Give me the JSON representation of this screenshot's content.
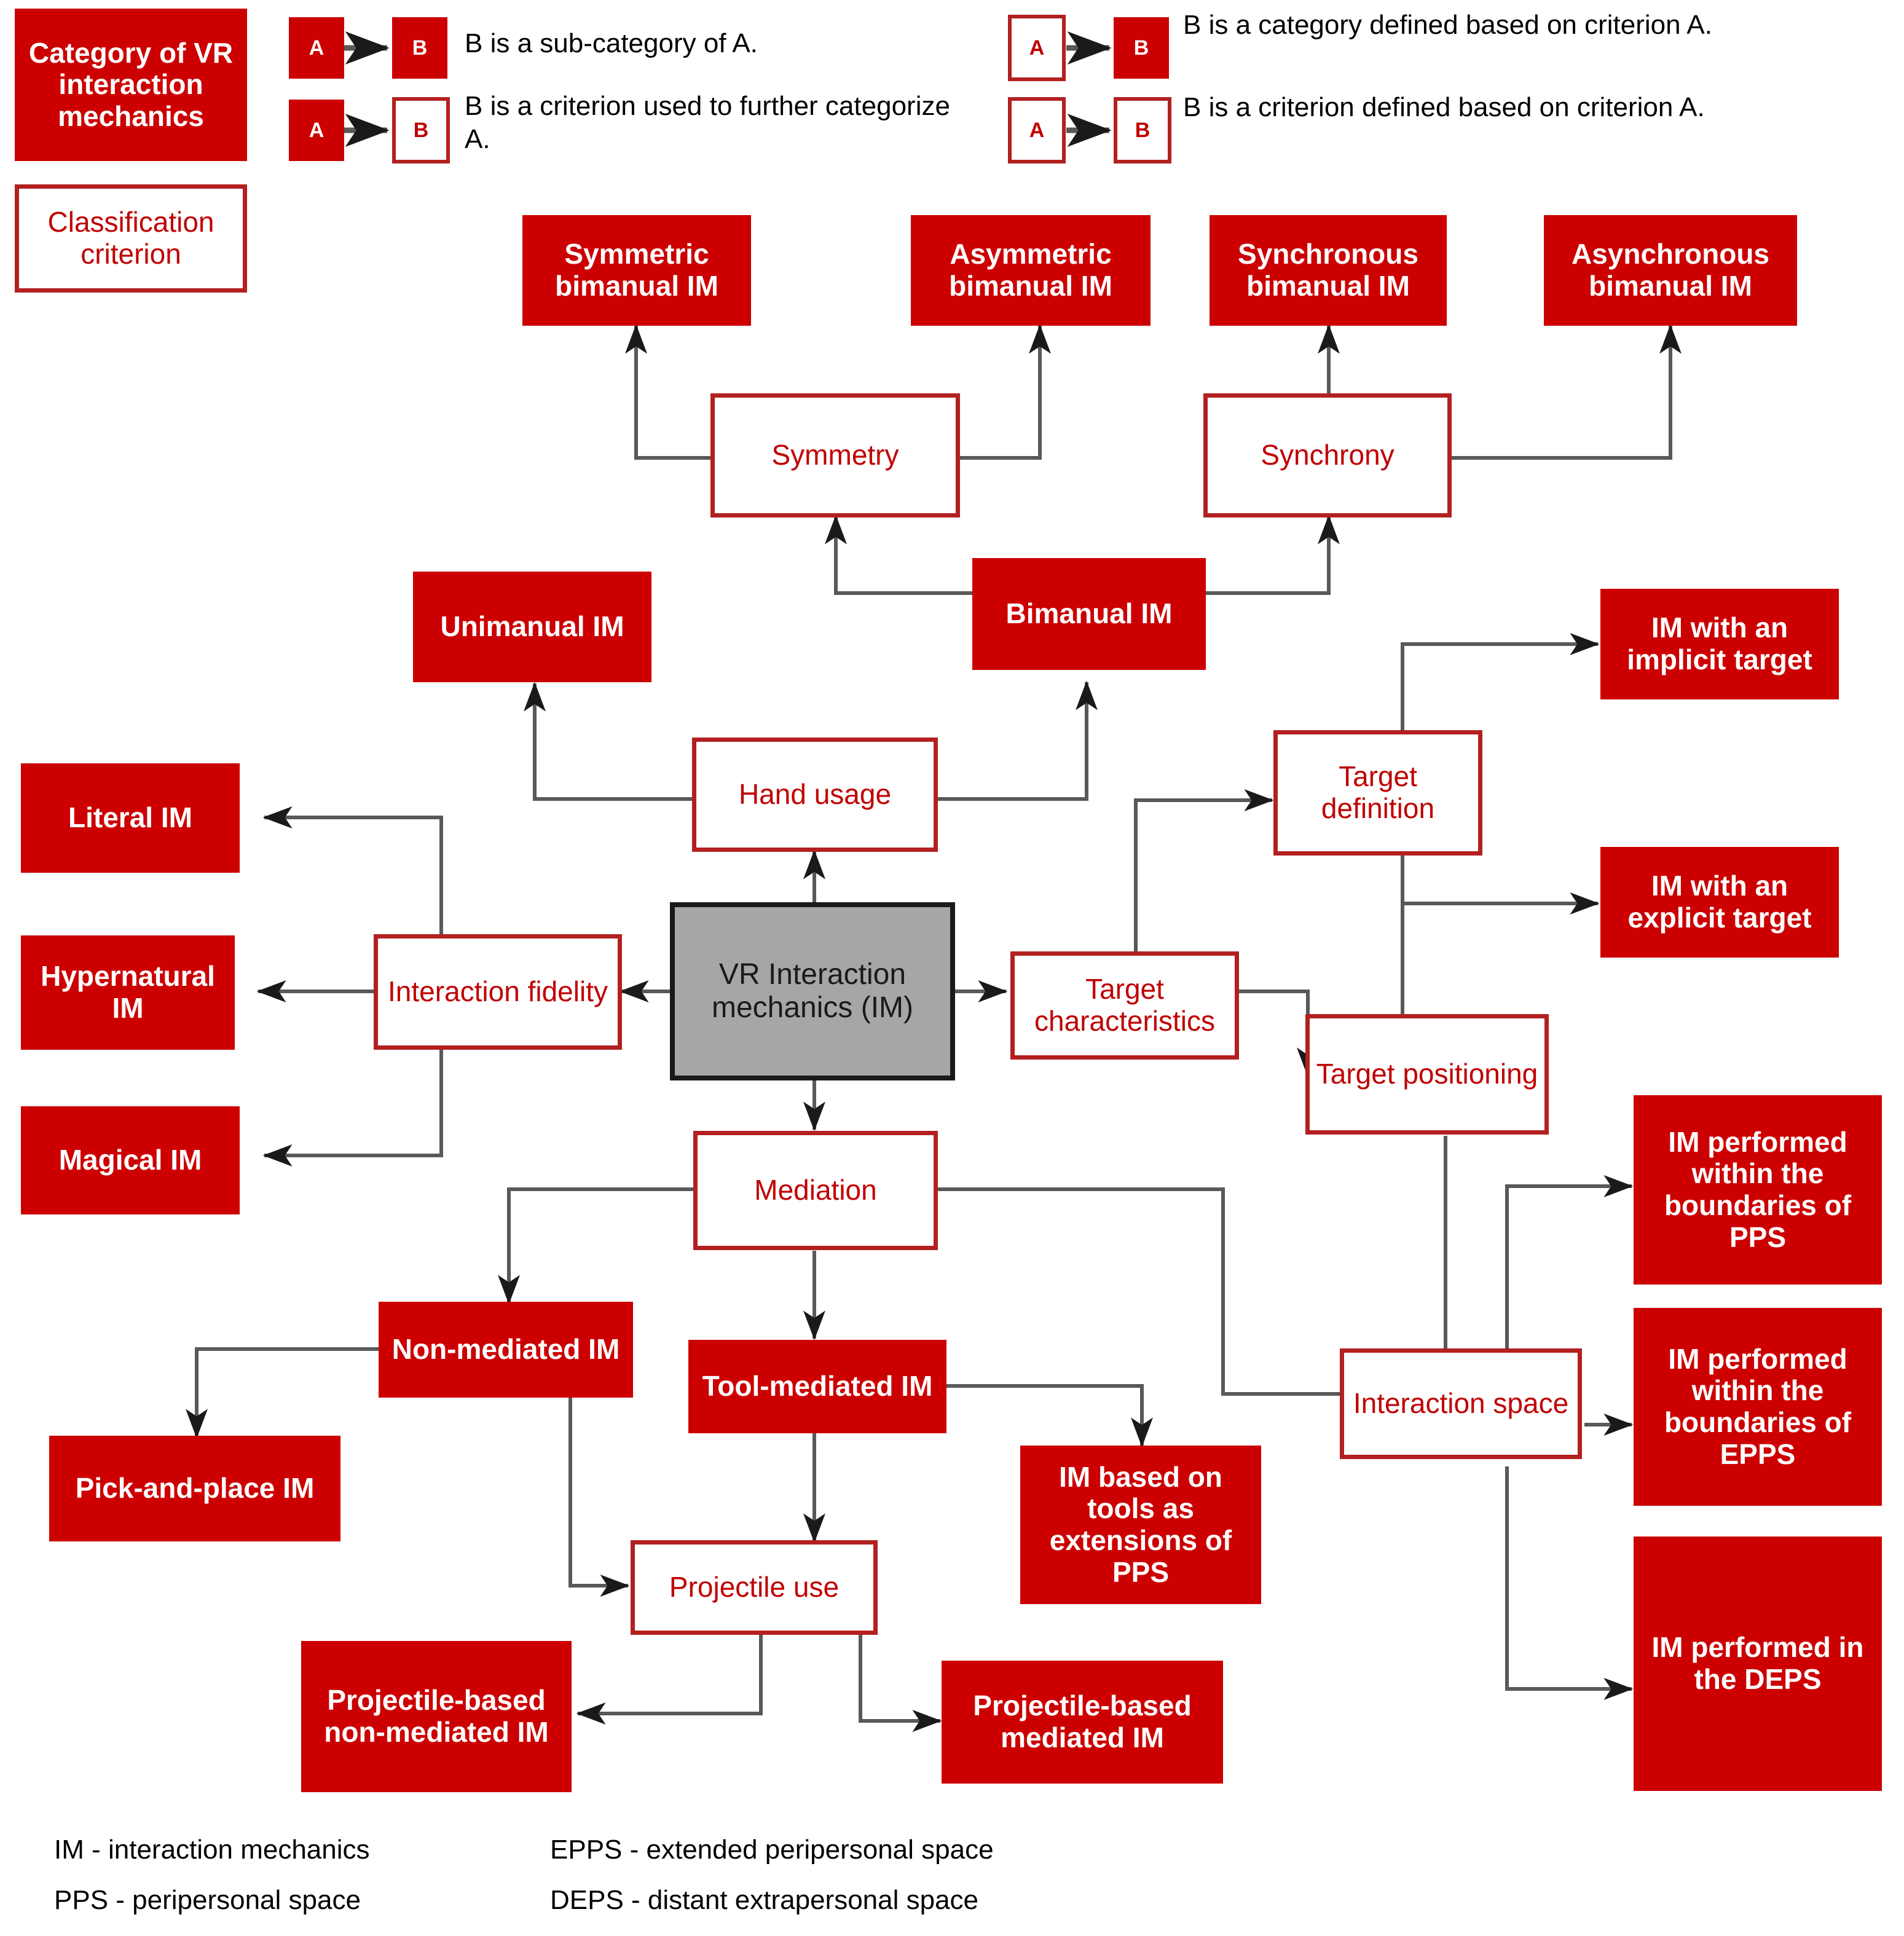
{
  "meta": {
    "colors": {
      "category_fill": "#CC0000",
      "category_text": "#FFFFFF",
      "criterion_fill": "#FFFFFF",
      "criterion_border": "#B32020",
      "criterion_text": "#C00000",
      "root_fill": "#A6A6A6",
      "root_border": "#1A1A1A",
      "edge": "#595959",
      "background": "#FFFFFF"
    }
  },
  "legend": {
    "category_box": "Category of VR interaction mechanics",
    "criterion_box": "Classification criterion",
    "rules": [
      {
        "from": "A",
        "to": "B",
        "from_type": "category",
        "to_type": "category",
        "text": "B is a sub-category of A."
      },
      {
        "from": "A",
        "to": "B",
        "from_type": "category",
        "to_type": "criterion",
        "text": "B is a criterion used to further categorize A."
      },
      {
        "from": "A",
        "to": "B",
        "from_type": "criterion",
        "to_type": "category",
        "text": "B is a category defined based on criterion A."
      },
      {
        "from": "A",
        "to": "B",
        "from_type": "criterion",
        "to_type": "criterion",
        "text": "B is a criterion defined based on criterion A."
      }
    ]
  },
  "abbreviations": {
    "left": [
      "IM - interaction mechanics",
      "PPS - peripersonal space"
    ],
    "right": [
      "EPPS - extended peripersonal space",
      "DEPS - distant extrapersonal space"
    ]
  },
  "nodes": {
    "root": "VR Interaction mechanics (IM)",
    "symmetric_bimanual": "Symmetric bimanual IM",
    "asymmetric_bimanual": "Asymmetric bimanual IM",
    "synchronous_bimanual": "Synchronous bimanual IM",
    "asynchronous_bimanual": "Asynchronous bimanual IM",
    "symmetry": "Symmetry",
    "synchrony": "Synchrony",
    "unimanual": "Unimanual IM",
    "bimanual": "Bimanual IM",
    "hand_usage": "Hand usage",
    "im_implicit_target": "IM with an implicit target",
    "im_explicit_target": "IM with an explicit target",
    "target_definition": "Target definition",
    "literal": "Literal IM",
    "hypernatural": "Hypernatural IM",
    "magical": "Magical IM",
    "interaction_fidelity": "Interaction fidelity",
    "target_characteristics": "Target characteristics",
    "target_positioning": "Target positioning",
    "mediation": "Mediation",
    "non_mediated": "Non-mediated IM",
    "tool_mediated": "Tool-mediated IM",
    "im_tools_extensions_pps": "IM based on tools as extensions of PPS",
    "interaction_space": "Interaction space",
    "im_within_pps": "IM performed within the boundaries of PPS",
    "im_within_epps": "IM performed within the boundaries of EPPS",
    "im_deps": "IM performed in the DEPS",
    "pick_and_place": "Pick-and-place IM",
    "projectile_use": "Projectile use",
    "projectile_non_mediated": "Projectile-based non-mediated IM",
    "projectile_mediated": "Projectile-based mediated IM"
  },
  "edges": [
    {
      "from": "root",
      "to": "hand_usage"
    },
    {
      "from": "root",
      "to": "interaction_fidelity"
    },
    {
      "from": "root",
      "to": "target_characteristics"
    },
    {
      "from": "root",
      "to": "mediation"
    },
    {
      "from": "hand_usage",
      "to": "unimanual"
    },
    {
      "from": "hand_usage",
      "to": "bimanual"
    },
    {
      "from": "bimanual",
      "to": "symmetry"
    },
    {
      "from": "bimanual",
      "to": "synchrony"
    },
    {
      "from": "symmetry",
      "to": "symmetric_bimanual"
    },
    {
      "from": "symmetry",
      "to": "asymmetric_bimanual"
    },
    {
      "from": "synchrony",
      "to": "synchronous_bimanual"
    },
    {
      "from": "synchrony",
      "to": "asynchronous_bimanual"
    },
    {
      "from": "interaction_fidelity",
      "to": "literal"
    },
    {
      "from": "interaction_fidelity",
      "to": "hypernatural"
    },
    {
      "from": "interaction_fidelity",
      "to": "magical"
    },
    {
      "from": "target_characteristics",
      "to": "target_definition"
    },
    {
      "from": "target_characteristics",
      "to": "target_positioning"
    },
    {
      "from": "target_definition",
      "to": "im_implicit_target"
    },
    {
      "from": "target_definition",
      "to": "im_explicit_target"
    },
    {
      "from": "target_positioning",
      "to": "interaction_space"
    },
    {
      "from": "interaction_space",
      "to": "im_within_pps"
    },
    {
      "from": "interaction_space",
      "to": "im_within_epps"
    },
    {
      "from": "interaction_space",
      "to": "im_deps"
    },
    {
      "from": "mediation",
      "to": "non_mediated"
    },
    {
      "from": "mediation",
      "to": "tool_mediated"
    },
    {
      "from": "mediation",
      "to": "interaction_space"
    },
    {
      "from": "non_mediated",
      "to": "pick_and_place"
    },
    {
      "from": "non_mediated",
      "to": "projectile_use"
    },
    {
      "from": "tool_mediated",
      "to": "projectile_use"
    },
    {
      "from": "tool_mediated",
      "to": "im_tools_extensions_pps"
    },
    {
      "from": "projectile_use",
      "to": "projectile_non_mediated"
    },
    {
      "from": "projectile_use",
      "to": "projectile_mediated"
    }
  ]
}
